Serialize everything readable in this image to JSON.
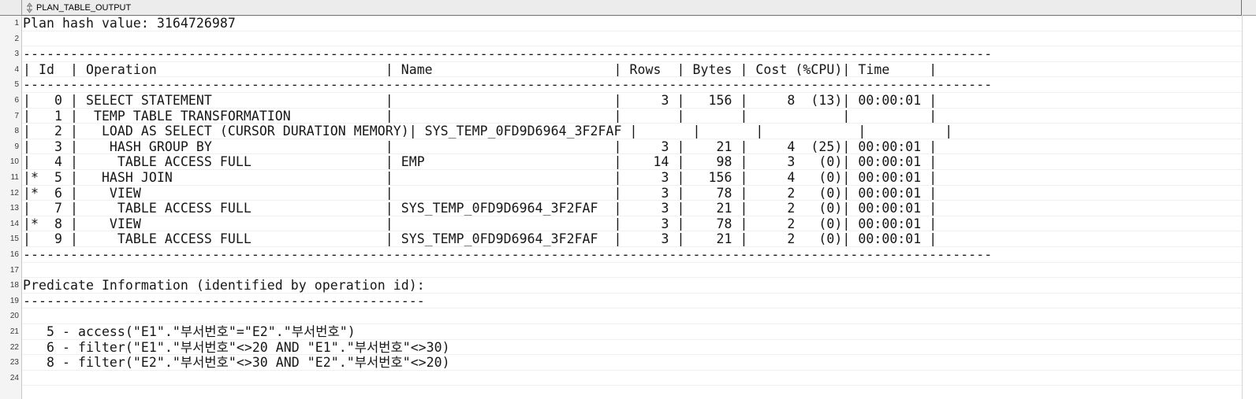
{
  "header": {
    "column_title": "PLAN_TABLE_OUTPUT",
    "sort_icon": "sort-updown-icon"
  },
  "plan": {
    "hash_label": "Plan hash value: 3164726987",
    "hash_value": "3164726987",
    "separator_long": "---------------------------------------------------------------------------------------------------",
    "separator_short": "---------------------------------------------------------",
    "columns": [
      "Id",
      "Operation",
      "Name",
      "Rows",
      "Bytes",
      "Cost (%CPU)",
      "Time"
    ],
    "header_row": "| Id  | Operation                            | Name                      | Rows  | Bytes | Cost (%CPU)| Time     |",
    "rows": [
      {
        "star": "",
        "id": "0",
        "operation": "SELECT STATEMENT",
        "name": "",
        "rows": "",
        "bytes": "",
        "cost": "8",
        "cpu": "(13)",
        "time": "00:00:01"
      },
      {
        "star": "",
        "id": "1",
        "operation": " TEMP TABLE TRANSFORMATION",
        "name": "",
        "rows": "",
        "bytes": "",
        "cost": "",
        "cpu": "",
        "time": ""
      },
      {
        "star": "",
        "id": "2",
        "operation": "  LOAD AS SELECT (CURSOR DURATION MEMORY)",
        "name": "SYS_TEMP_0FD9D6964_3F2FAF",
        "rows": "",
        "bytes": "",
        "cost": "",
        "cpu": "",
        "time": ""
      },
      {
        "star": "",
        "id": "3",
        "operation": "   HASH GROUP BY",
        "name": "",
        "rows": "3",
        "bytes": "21",
        "cost": "4",
        "cpu": "(25)",
        "time": "00:00:01"
      },
      {
        "star": "",
        "id": "4",
        "operation": "    TABLE ACCESS FULL",
        "name": "EMP",
        "rows": "14",
        "bytes": "98",
        "cost": "3",
        "cpu": "(0)",
        "time": "00:00:01"
      },
      {
        "star": "*",
        "id": "5",
        "operation": "  HASH JOIN",
        "name": "",
        "rows": "3",
        "bytes": "156",
        "cost": "4",
        "cpu": "(0)",
        "time": "00:00:01"
      },
      {
        "star": "*",
        "id": "6",
        "operation": "   VIEW",
        "name": "",
        "rows": "3",
        "bytes": "78",
        "cost": "2",
        "cpu": "(0)",
        "time": "00:00:01"
      },
      {
        "star": "",
        "id": "7",
        "operation": "    TABLE ACCESS FULL",
        "name": "SYS_TEMP_0FD9D6964_3F2FAF",
        "rows": "3",
        "bytes": "21",
        "cost": "2",
        "cpu": "(0)",
        "time": "00:00:01"
      },
      {
        "star": "*",
        "id": "8",
        "operation": "   VIEW",
        "name": "",
        "rows": "3",
        "bytes": "78",
        "cost": "2",
        "cpu": "(0)",
        "time": "00:00:01"
      },
      {
        "star": "",
        "id": "9",
        "operation": "    TABLE ACCESS FULL",
        "name": "SYS_TEMP_0FD9D6964_3F2FAF",
        "rows": "3",
        "bytes": "21",
        "cost": "2",
        "cpu": "(0)",
        "time": "00:00:01"
      }
    ]
  },
  "predicate": {
    "title": "Predicate Information (identified by operation id):",
    "entries": [
      "   5 - access(\"E1\".\"부서번호\"=\"E2\".\"부서번호\")",
      "   6 - filter(\"E1\".\"부서번호\"<>20 AND \"E1\".\"부서번호\"<>30)",
      "   8 - filter(\"E2\".\"부서번호\"<>30 AND \"E2\".\"부서번호\"<>20)"
    ]
  },
  "lines": [
    {
      "n": "1",
      "text": "Plan hash value: 3164726987"
    },
    {
      "n": "2",
      "text": ""
    },
    {
      "n": "3",
      "text": "---------------------------------------------------------------------------------------------------------------------------"
    },
    {
      "n": "4",
      "text": "| Id  | Operation                             | Name                       | Rows  | Bytes | Cost (%CPU)| Time     |"
    },
    {
      "n": "5",
      "text": "---------------------------------------------------------------------------------------------------------------------------"
    },
    {
      "n": "6",
      "text": "|   0 | SELECT STATEMENT                      |                            |     3 |   156 |     8  (13)| 00:00:01 |"
    },
    {
      "n": "7",
      "text": "|   1 |  TEMP TABLE TRANSFORMATION            |                            |       |       |            |          |"
    },
    {
      "n": "8",
      "text": "|   2 |   LOAD AS SELECT (CURSOR DURATION MEMORY)| SYS_TEMP_0FD9D6964_3F2FAF |       |       |            |          |"
    },
    {
      "n": "9",
      "text": "|   3 |    HASH GROUP BY                      |                            |     3 |    21 |     4  (25)| 00:00:01 |"
    },
    {
      "n": "10",
      "text": "|   4 |     TABLE ACCESS FULL                 | EMP                        |    14 |    98 |     3   (0)| 00:00:01 |"
    },
    {
      "n": "11",
      "text": "|*  5 |   HASH JOIN                           |                            |     3 |   156 |     4   (0)| 00:00:01 |"
    },
    {
      "n": "12",
      "text": "|*  6 |    VIEW                               |                            |     3 |    78 |     2   (0)| 00:00:01 |"
    },
    {
      "n": "13",
      "text": "|   7 |     TABLE ACCESS FULL                 | SYS_TEMP_0FD9D6964_3F2FAF  |     3 |    21 |     2   (0)| 00:00:01 |"
    },
    {
      "n": "14",
      "text": "|*  8 |    VIEW                               |                            |     3 |    78 |     2   (0)| 00:00:01 |"
    },
    {
      "n": "15",
      "text": "|   9 |     TABLE ACCESS FULL                 | SYS_TEMP_0FD9D6964_3F2FAF  |     3 |    21 |     2   (0)| 00:00:01 |"
    },
    {
      "n": "16",
      "text": "---------------------------------------------------------------------------------------------------------------------------"
    },
    {
      "n": "17",
      "text": ""
    },
    {
      "n": "18",
      "text": "Predicate Information (identified by operation id):"
    },
    {
      "n": "19",
      "text": "---------------------------------------------------"
    },
    {
      "n": "20",
      "text": ""
    },
    {
      "n": "21",
      "text": "   5 - access(\"E1\".\"부서번호\"=\"E2\".\"부서번호\")"
    },
    {
      "n": "22",
      "text": "   6 - filter(\"E1\".\"부서번호\"<>20 AND \"E1\".\"부서번호\"<>30)"
    },
    {
      "n": "23",
      "text": "   8 - filter(\"E2\".\"부서번호\"<>30 AND \"E2\".\"부서번호\"<>20)"
    },
    {
      "n": "24",
      "text": ""
    }
  ],
  "colors": {
    "text": "#161616",
    "gutter_bg": "#f4f4f4",
    "gutter_text": "#3a3a3a",
    "header_bg": "#ececec",
    "row_separator": "#f0f0f0",
    "grid_border": "#6e6e6e"
  }
}
